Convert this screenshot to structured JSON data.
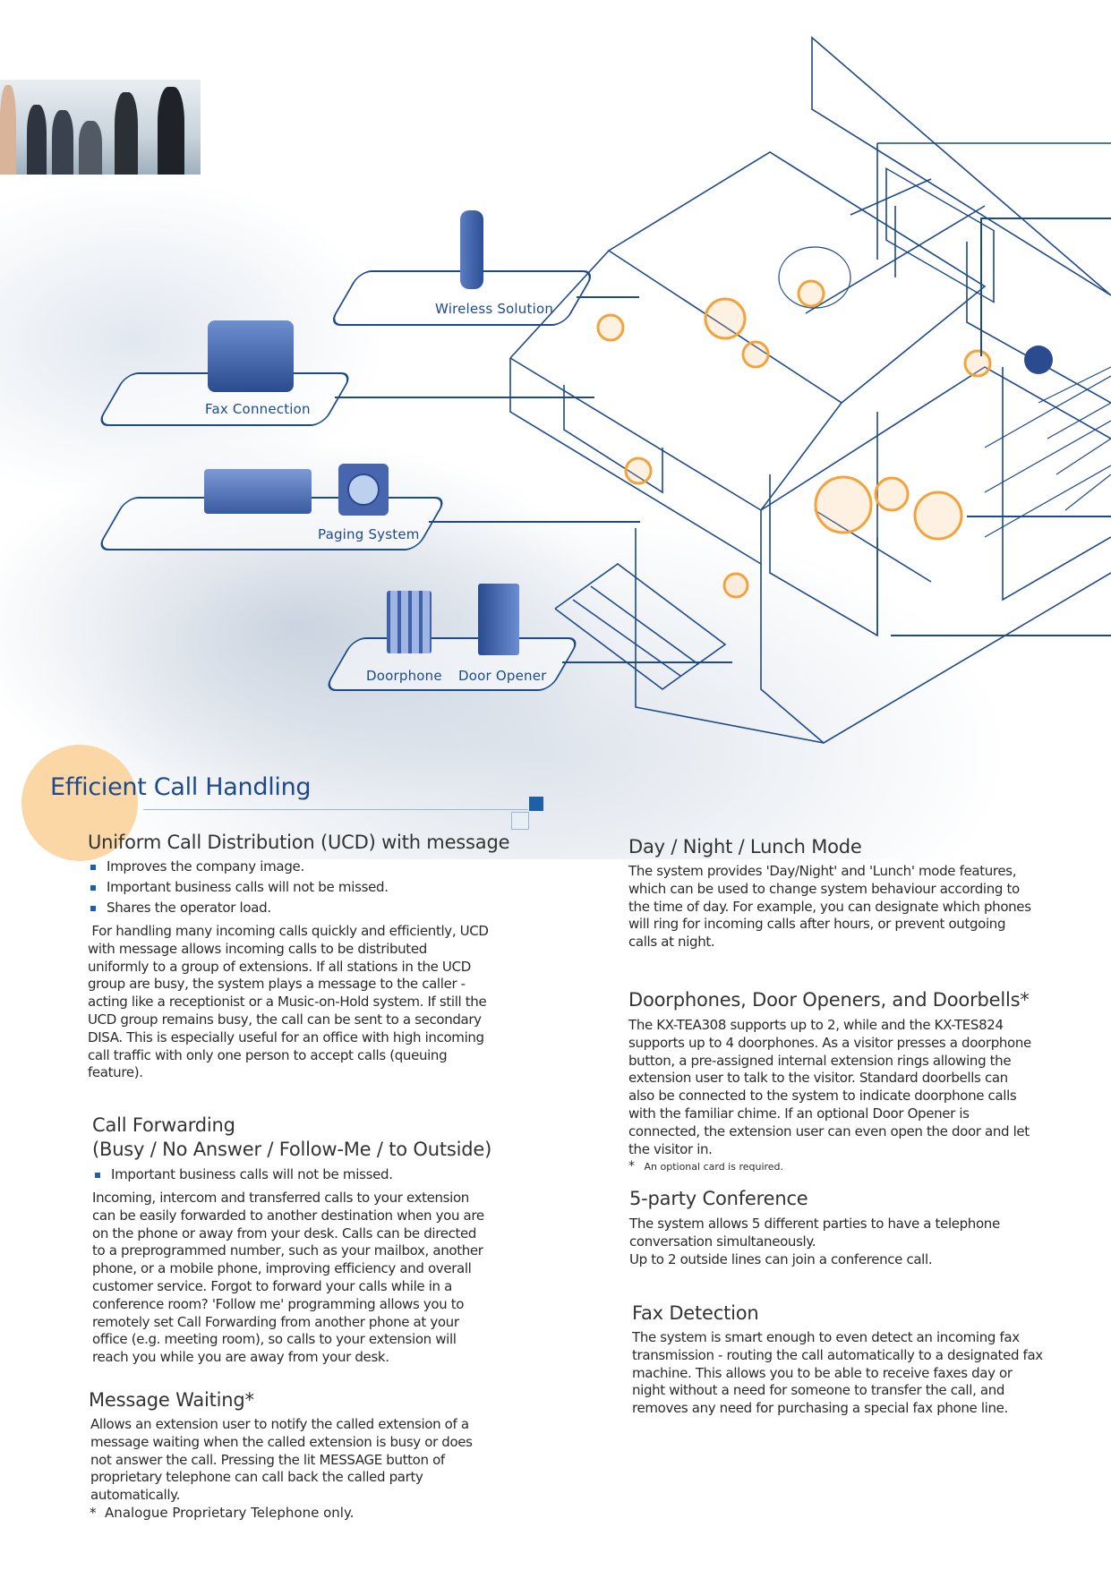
{
  "diagram_labels": {
    "wireless": "Wireless Solution",
    "fax": "Fax Connection",
    "paging": "Paging System",
    "doorphone": "Doorphone",
    "door_opener": "Door Opener"
  },
  "section_title": "Efficient Call Handling",
  "ucd": {
    "heading": "Uniform Call Distribution (UCD) with message",
    "bullets": [
      "Improves the company image.",
      "Important business calls will not be missed.",
      "Shares the operator load."
    ],
    "body": " For handling many incoming calls quickly and efficiently, UCD with message allows incoming calls to be distributed uniformly to a group of extensions. If all stations in the UCD group are busy, the system plays a message to the caller - acting like a receptionist or a Music-on-Hold system. If still the UCD group remains busy, the call can be sent to a secondary DISA. This is especially useful for an office with high incoming call traffic with only one person to accept calls (queuing feature)."
  },
  "forwarding": {
    "heading_line1": "Call Forwarding",
    "heading_line2": "(Busy / No Answer / Follow-Me / to Outside)",
    "bullets": [
      "Important business calls will not be missed."
    ],
    "body": "Incoming, intercom and transferred calls to your extension can be easily forwarded to another destination when you are on the phone or away from your desk. Calls can be directed to a preprogrammed number, such as your mailbox, another phone, or a mobile phone, improving efficiency and overall customer service. Forgot to forward your calls while in a conference room? 'Follow me' programming allows you to remotely set Call Forwarding from another phone at your office (e.g. meeting room), so calls to your extension will reach you while you are away from your desk."
  },
  "message_waiting": {
    "heading": "Message Waiting*",
    "body": "Allows an extension user to notify the called extension of a message waiting when the called extension is busy or does not answer the call. Pressing the lit MESSAGE button of proprietary telephone can call back the called party automatically.",
    "footnote_mark": "*",
    "footnote": "Analogue Proprietary Telephone only."
  },
  "day_night": {
    "heading": "Day / Night / Lunch Mode",
    "body": "The system provides 'Day/Night' and 'Lunch' mode features, which can be used to change system behaviour according to the time of day. For example, you can designate which phones will ring for incoming calls after hours, or prevent outgoing calls at night."
  },
  "doorphones": {
    "heading": "Doorphones, Door Openers, and Doorbells*",
    "body": "The KX-TEA308 supports up to 2, while and the KX-TES824 supports up to 4 doorphones. As a visitor presses a doorphone button, a pre-assigned internal extension rings allowing the extension user to talk to the visitor. Standard doorbells can also be connected to the system to indicate doorphone calls with the familiar chime. If an optional Door Opener is connected, the extension user can even open the door and let the visitor in.",
    "footnote_mark": "*",
    "footnote": "An optional card is required."
  },
  "conference": {
    "heading": "5-party Conference",
    "body_line1": "The system allows 5 different parties to have a telephone conversation simultaneously.",
    "body_line2": "Up to 2 outside lines can join a conference call."
  },
  "fax_detection": {
    "heading": "Fax Detection",
    "body": "The system is smart enough to even detect an incoming fax transmission - routing the call automatically to a designated fax machine. This allows you to be able to receive faxes day or night without a need for someone to transfer the call, and removes any need for purchasing a special fax phone line."
  },
  "colors": {
    "brand_blue": "#1d4a8a",
    "accent_orange": "#f2a33c",
    "circle_peach": "#fbd7a5"
  }
}
